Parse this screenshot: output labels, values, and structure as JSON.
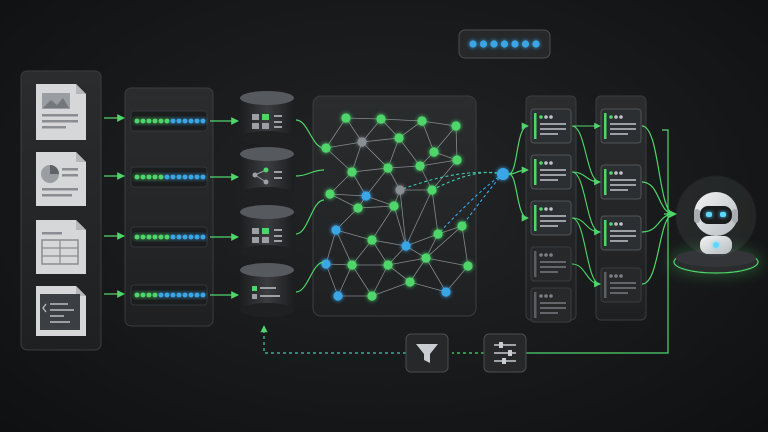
{
  "colors": {
    "background": "#161718",
    "panel": "#242628",
    "panel_border": "#3a3d40",
    "accent_green": "#4fd66a",
    "accent_blue": "#3aa6e6",
    "node_gray": "#8a8f94",
    "paper": "#d9dadc"
  },
  "icons": {
    "documents": [
      "image-document-icon",
      "pie-chart-document-icon",
      "table-document-icon",
      "code-document-icon"
    ],
    "databases": [
      "grid-database-icon",
      "network-database-icon",
      "grid-database-icon",
      "list-database-icon"
    ],
    "query": "query-dots-icon",
    "filter": "filter-icon",
    "settings": "sliders-icon",
    "assistant": "robot-assistant-icon"
  },
  "chunk_rows": [
    {
      "dots": [
        "#4fd66a",
        "#4fd66a",
        "#4fd66a",
        "#4fd66a",
        "#4fd66a",
        "#4fd66a",
        "#3aa6e6",
        "#3aa6e6",
        "#3aa6e6",
        "#3aa6e6",
        "#3aa6e6",
        "#3aa6e6"
      ]
    },
    {
      "dots": [
        "#4fd66a",
        "#4fd66a",
        "#4fd66a",
        "#4fd66a",
        "#4fd66a",
        "#3aa6e6",
        "#3aa6e6",
        "#3aa6e6",
        "#3aa6e6",
        "#3aa6e6",
        "#3aa6e6",
        "#3aa6e6"
      ]
    },
    {
      "dots": [
        "#4fd66a",
        "#4fd66a",
        "#4fd66a",
        "#4fd66a",
        "#4fd66a",
        "#4fd66a",
        "#3aa6e6",
        "#3aa6e6",
        "#3aa6e6",
        "#3aa6e6",
        "#3aa6e6",
        "#3aa6e6"
      ]
    },
    {
      "dots": [
        "#4fd66a",
        "#4fd66a",
        "#4fd66a",
        "#4fd66a",
        "#3aa6e6",
        "#3aa6e6",
        "#3aa6e6",
        "#3aa6e6",
        "#3aa6e6",
        "#3aa6e6",
        "#3aa6e6",
        "#3aa6e6"
      ]
    }
  ],
  "query_dots": 7,
  "graph": {
    "nodes": [
      {
        "c": "g"
      },
      {
        "c": "g"
      },
      {
        "c": "g"
      },
      {
        "c": "g"
      },
      {
        "c": "g"
      },
      {
        "c": "x"
      },
      {
        "c": "g"
      },
      {
        "c": "g"
      },
      {
        "c": "g"
      },
      {
        "c": "g"
      },
      {
        "c": "g"
      },
      {
        "c": "g"
      },
      {
        "c": "x"
      },
      {
        "c": "g"
      },
      {
        "c": "b"
      },
      {
        "c": "g"
      },
      {
        "c": "g"
      },
      {
        "c": "g"
      },
      {
        "c": "b"
      },
      {
        "c": "g"
      },
      {
        "c": "b"
      },
      {
        "c": "g"
      },
      {
        "c": "g"
      },
      {
        "c": "b"
      },
      {
        "c": "g"
      },
      {
        "c": "g"
      },
      {
        "c": "g"
      },
      {
        "c": "g"
      },
      {
        "c": "b"
      },
      {
        "c": "g"
      },
      {
        "c": "g"
      },
      {
        "c": "b"
      }
    ]
  },
  "retrieved_cards": [
    {
      "state": "active"
    },
    {
      "state": "active"
    },
    {
      "state": "active"
    },
    {
      "state": "dim"
    },
    {
      "state": "dim"
    }
  ],
  "ranked_cards": [
    {
      "state": "active"
    },
    {
      "state": "active"
    },
    {
      "state": "active"
    },
    {
      "state": "dim"
    }
  ]
}
